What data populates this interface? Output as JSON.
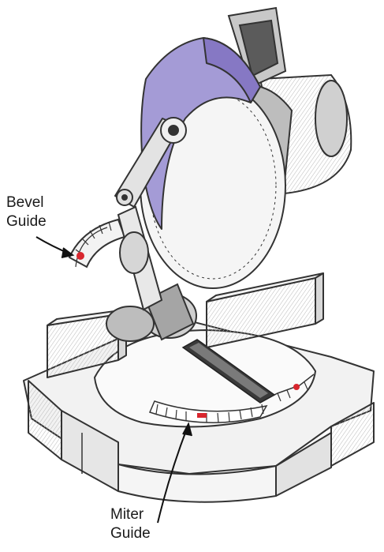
{
  "labels": {
    "bevel": {
      "line1": "Bevel",
      "line2": "Guide"
    },
    "miter": {
      "line1": "Miter",
      "line2": "Guide"
    }
  },
  "colors": {
    "blade_guard": "#a49bd6",
    "guard_shade": "#8678c4",
    "indicator": "#d8262e",
    "outline": "#333333",
    "body_fill": "#efefef",
    "shade": "#cfcfcf",
    "dark_shade": "#9a9a9a"
  }
}
